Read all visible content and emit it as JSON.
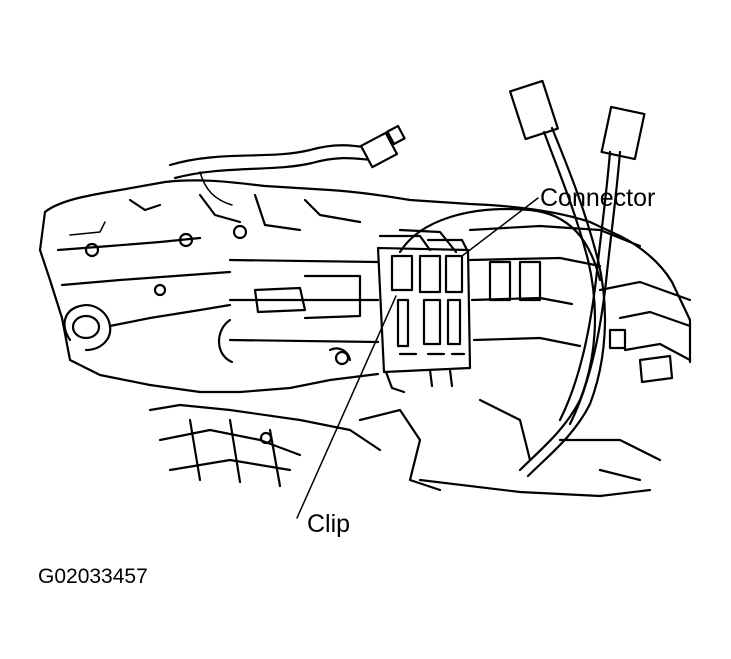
{
  "labels": {
    "connector": "Connector",
    "clip": "Clip",
    "figure_id": "G02033457"
  },
  "colors": {
    "ink": "#000000",
    "background": "#ffffff"
  }
}
